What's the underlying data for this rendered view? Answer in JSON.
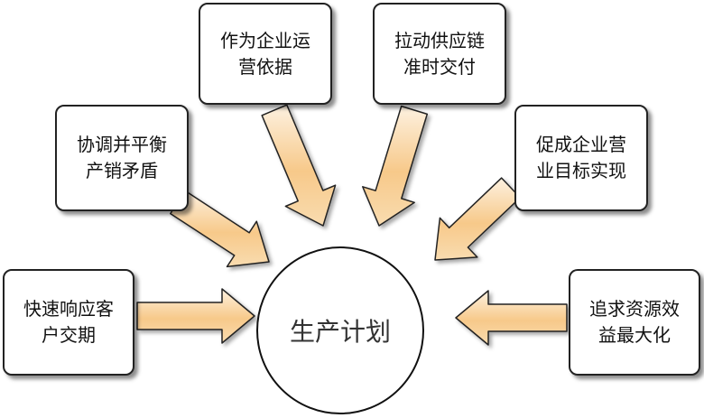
{
  "center": {
    "label": "生产计划"
  },
  "boxes": [
    {
      "id": "quick-response",
      "lines": [
        "快速响应客",
        "户交期"
      ]
    },
    {
      "id": "coordinate",
      "lines": [
        "协调并平衡",
        "产销矛盾"
      ]
    },
    {
      "id": "operations-basis",
      "lines": [
        "作为企业运",
        "营依据"
      ]
    },
    {
      "id": "supply-chain",
      "lines": [
        "拉动供应链",
        "准时交付"
      ]
    },
    {
      "id": "business-goals",
      "lines": [
        "促成企业营",
        "业目标实现"
      ]
    },
    {
      "id": "maximize-benefit",
      "lines": [
        "追求资源效",
        "益最大化"
      ]
    }
  ],
  "colors": {
    "arrow_fill_light": "#fdf1e0",
    "arrow_fill_dark": "#f7c98a",
    "arrow_stroke": "#222222",
    "box_border": "#222222"
  }
}
